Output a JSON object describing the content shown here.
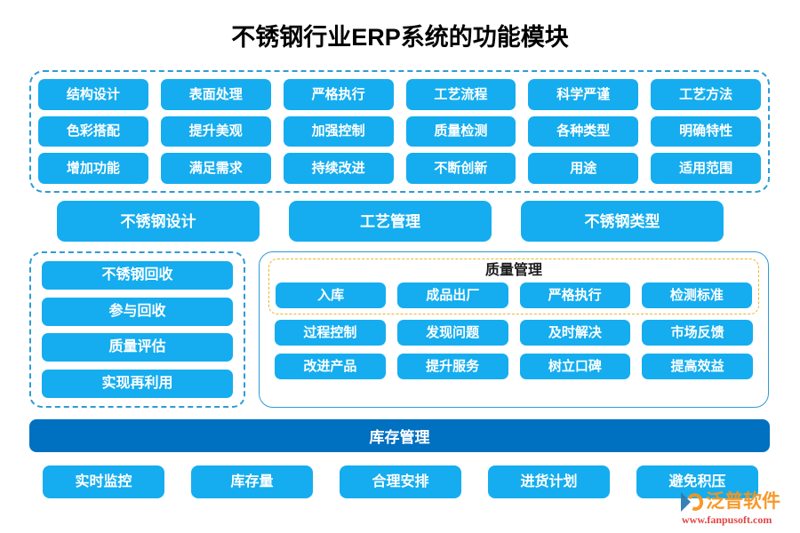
{
  "page": {
    "title": "不锈钢行业ERP系统的功能模块",
    "accent_blue": "#15ADEF",
    "dark_blue": "#0070C0",
    "dashed_blue": "#2E9BD6",
    "dashed_orange": "#F0B429"
  },
  "top_panel": {
    "items": [
      "结构设计",
      "表面处理",
      "严格执行",
      "工艺流程",
      "科学严谨",
      "工艺方法",
      "色彩搭配",
      "提升美观",
      "加强控制",
      "质量检测",
      "各种类型",
      "明确特性",
      "增加功能",
      "满足需求",
      "持续改进",
      "不断创新",
      "用途",
      "适用范围"
    ]
  },
  "categories": [
    {
      "label": "不锈钢设计"
    },
    {
      "label": "工艺管理"
    },
    {
      "label": "不锈钢类型"
    }
  ],
  "recycle_panel": {
    "items": [
      "不锈钢回收",
      "参与回收",
      "质量评估",
      "实现再利用"
    ]
  },
  "quality_panel": {
    "heading": "质量管理",
    "highlight_items": [
      "入库",
      "成品出厂",
      "严格执行",
      "检测标准"
    ],
    "rows": [
      "过程控制",
      "发现问题",
      "及时解决",
      "市场反馈",
      "改进产品",
      "提升服务",
      "树立口碑",
      "提高效益"
    ]
  },
  "inventory": {
    "label": "库存管理",
    "items": [
      "实时监控",
      "库存量",
      "合理安排",
      "进货计划",
      "避免积压"
    ]
  },
  "watermark": {
    "name": "泛普软件",
    "url": "www.fanpusoft.com"
  }
}
